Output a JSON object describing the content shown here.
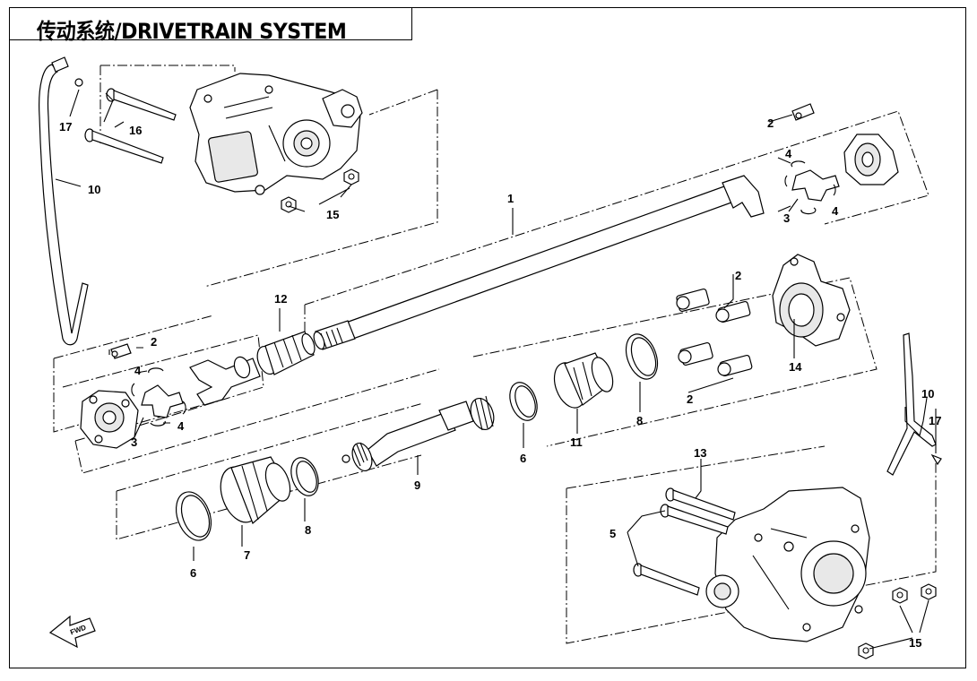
{
  "title": "传动系统/DRIVETRAIN SYSTEM",
  "fwd_label": "FWD",
  "callouts": {
    "c1": "1",
    "c2a": "2",
    "c2b": "2",
    "c2c": "2",
    "c2d": "2",
    "c3a": "3",
    "c3b": "3",
    "c4a": "4",
    "c4b": "4",
    "c4c": "4",
    "c4d": "4",
    "c5": "5",
    "c6a": "6",
    "c6b": "6",
    "c7": "7",
    "c8a": "8",
    "c8b": "8",
    "c9": "9",
    "c10a": "10",
    "c10b": "10",
    "c11": "11",
    "c12": "12",
    "c13": "13",
    "c14": "14",
    "c15a": "15",
    "c15b": "15",
    "c16": "16",
    "c17a": "17",
    "c17b": "17"
  }
}
